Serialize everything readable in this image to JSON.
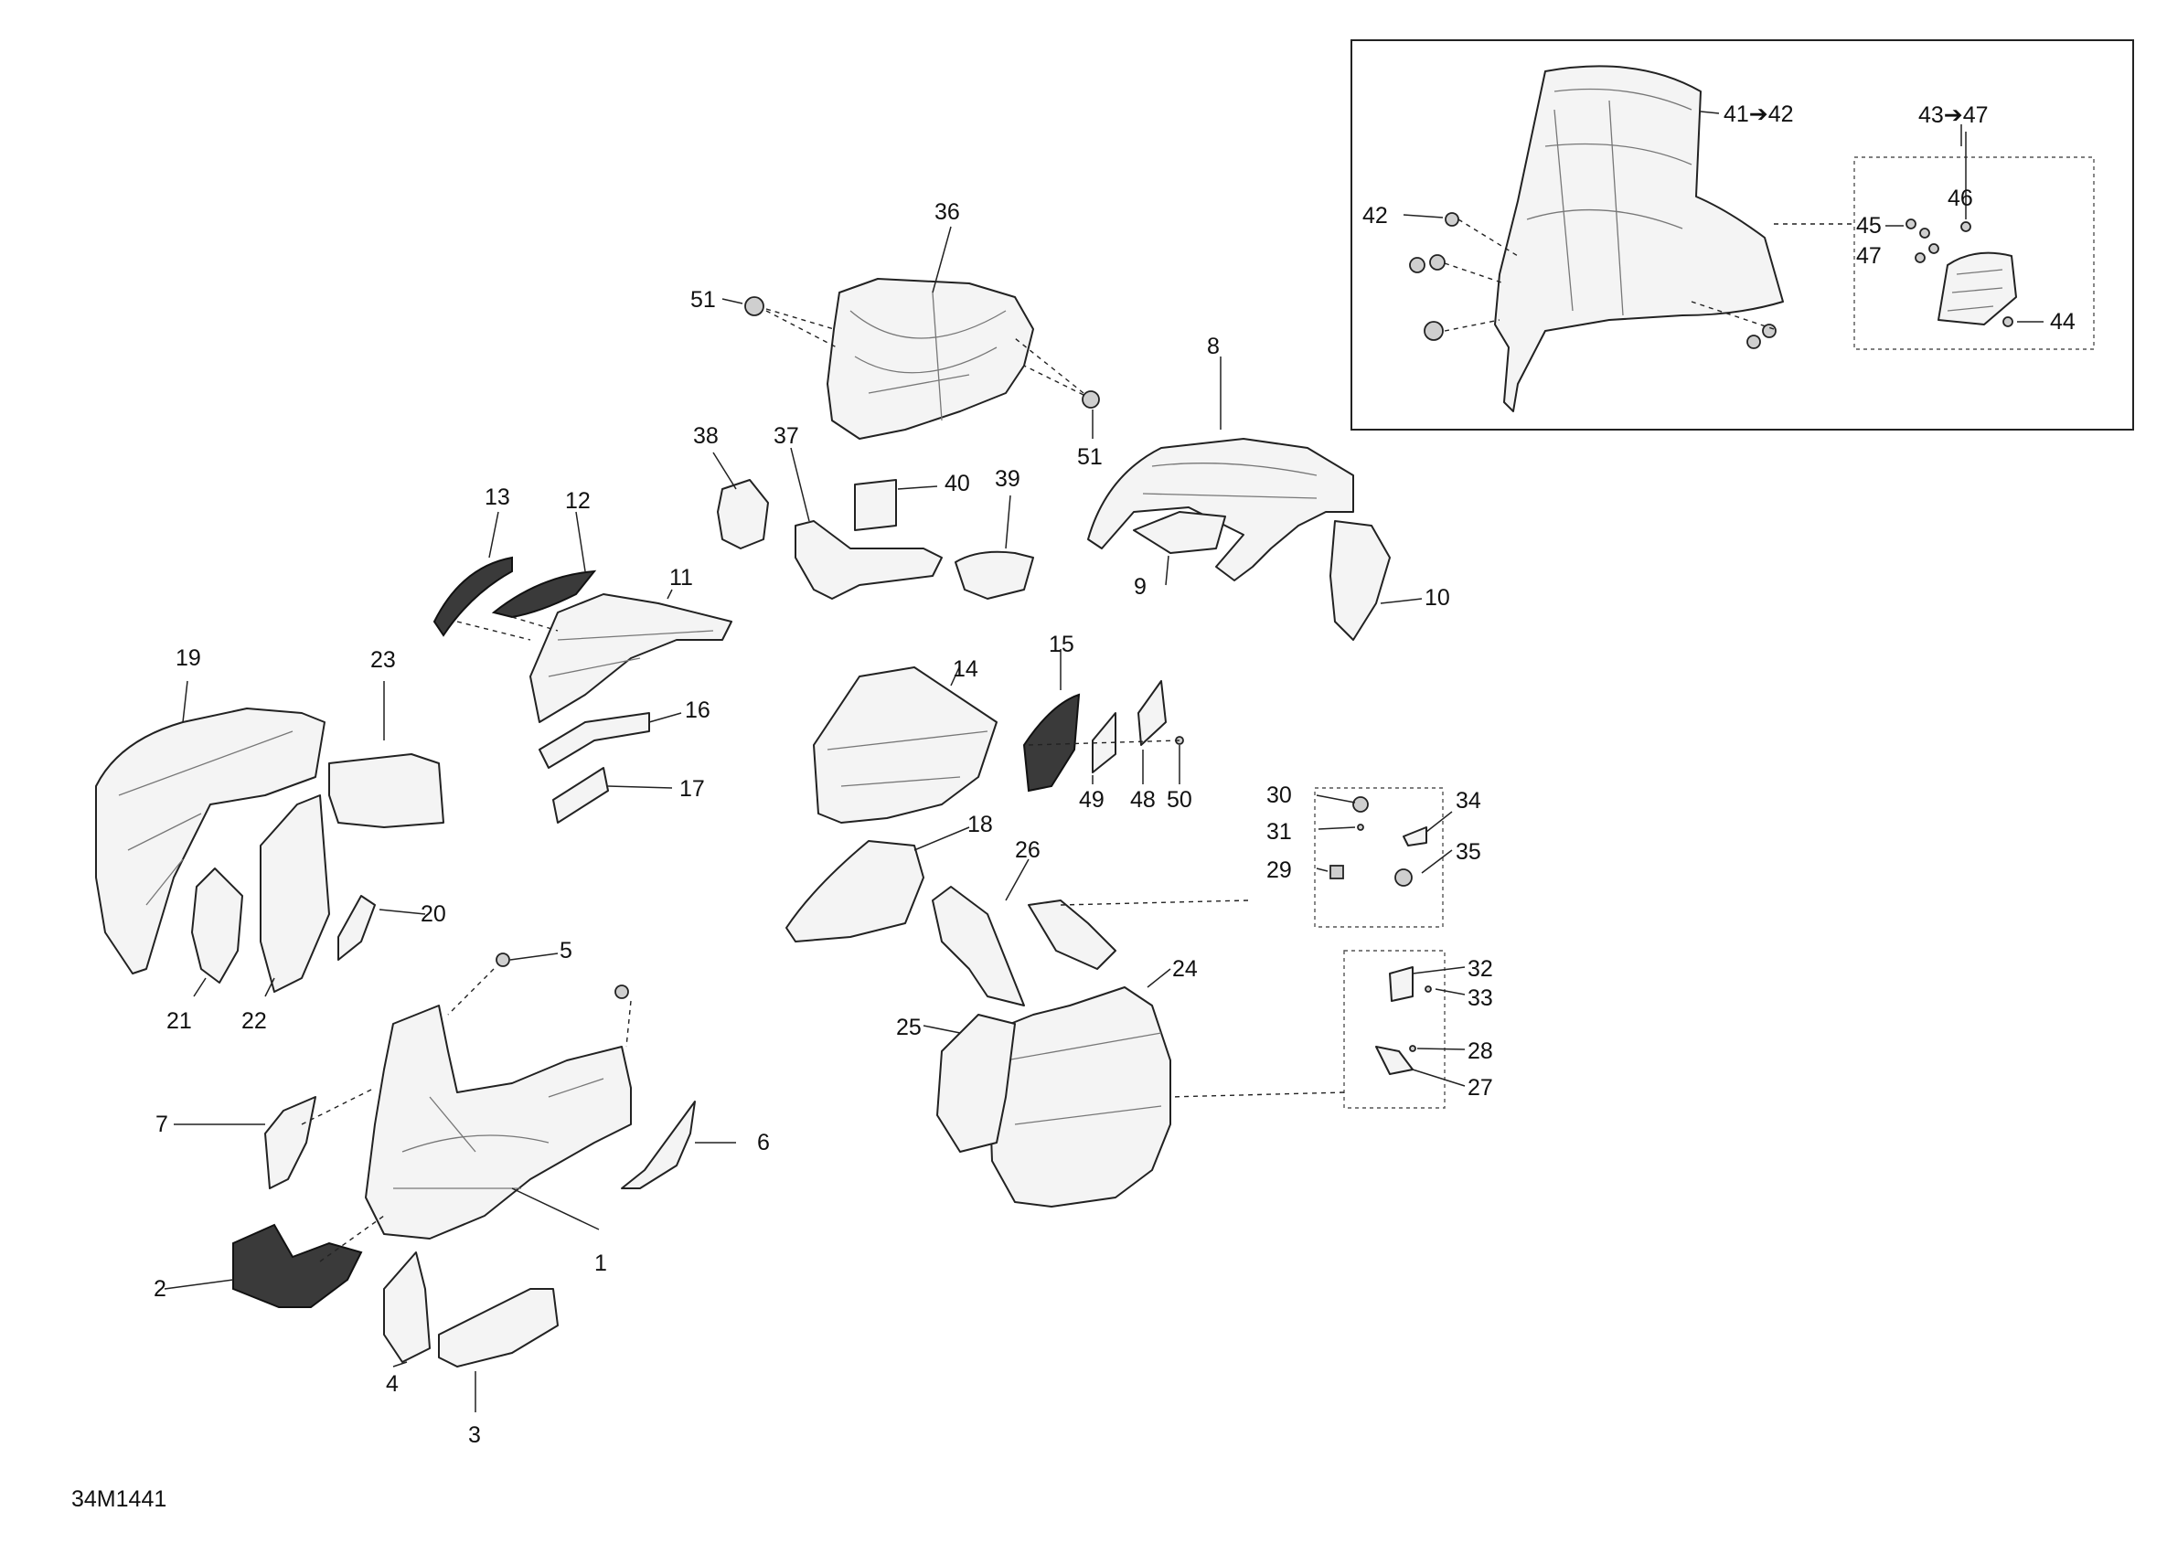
{
  "drawing_code": "34M1441",
  "callouts": {
    "c1": "1",
    "c2": "2",
    "c3": "3",
    "c4": "4",
    "c5": "5",
    "c6": "6",
    "c7": "7",
    "c8": "8",
    "c9": "9",
    "c10": "10",
    "c11": "11",
    "c12": "12",
    "c13": "13",
    "c14": "14",
    "c15": "15",
    "c16": "16",
    "c17": "17",
    "c18": "18",
    "c19": "19",
    "c20": "20",
    "c21": "21",
    "c22": "22",
    "c23": "23",
    "c24": "24",
    "c25": "25",
    "c26": "26",
    "c27": "27",
    "c28": "28",
    "c29": "29",
    "c30": "30",
    "c31": "31",
    "c32": "32",
    "c33": "33",
    "c34": "34",
    "c35": "35",
    "c36": "36",
    "c37": "37",
    "c38": "38",
    "c39": "39",
    "c40": "40",
    "c41": "41➔42",
    "c42": "42",
    "c43": "43➔47",
    "c44": "44",
    "c45": "45",
    "c46": "46",
    "c47": "47",
    "c48": "48",
    "c49": "49",
    "c50": "50",
    "c51a": "51",
    "c51b": "51"
  }
}
